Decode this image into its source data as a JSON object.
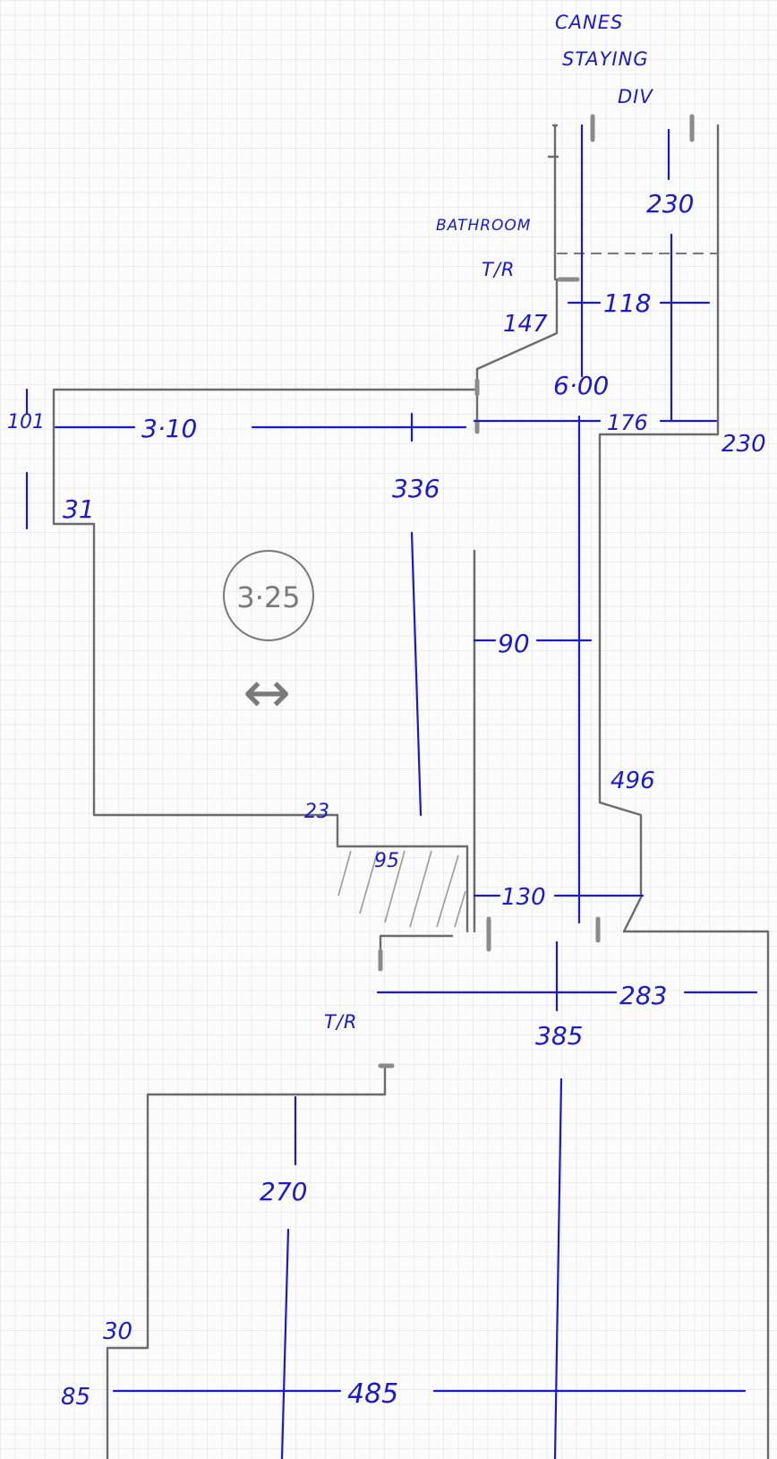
{
  "notes": {
    "top_line1": "CANES",
    "top_line2": "STAYING",
    "top_line3": "DIV",
    "bathroom_line1": "BATHROOM",
    "bathroom_line2": "T/R",
    "lower_tr": "T/R"
  },
  "dimensions": {
    "d_230_top": "230",
    "d_118": "118",
    "d_147": "147",
    "d_600": "6·00",
    "d_176": "176",
    "d_230_right": "230",
    "d_101": "101",
    "d_310": "3·10",
    "d_336": "336",
    "d_31": "31",
    "d_90": "90",
    "d_496": "496",
    "d_23": "23",
    "d_95": "95",
    "d_130": "130",
    "d_283": "283",
    "d_385": "385",
    "d_270": "270",
    "d_30": "30",
    "d_85": "85",
    "d_485": "485"
  },
  "area_badge": {
    "value": "3·25",
    "arrow": "↔"
  }
}
